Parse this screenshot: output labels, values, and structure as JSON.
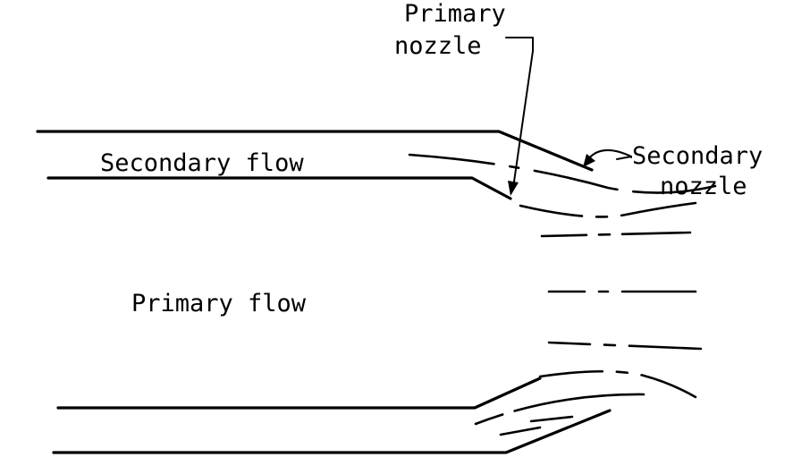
{
  "labels": {
    "primary_nozzle_line1": "Primary",
    "primary_nozzle_line2": "nozzle",
    "secondary_nozzle_line1": "Secondary",
    "secondary_nozzle_line2": "nozzle",
    "secondary_flow": "Secondary flow",
    "primary_flow": "Primary flow"
  }
}
